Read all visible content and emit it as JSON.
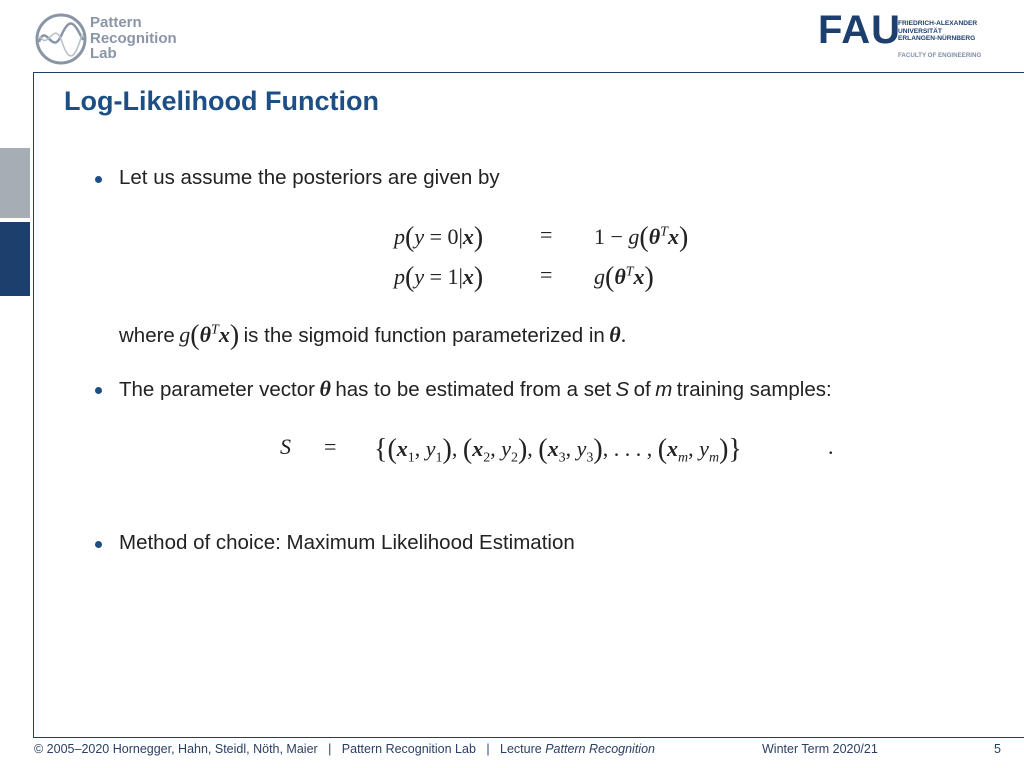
{
  "header": {
    "lab_logo_lines": [
      "Pattern",
      "Recognition",
      "Lab"
    ],
    "university_logo": {
      "mark": "FAU",
      "lines": [
        "FRIEDRICH-ALEXANDER",
        "UNIVERSITÄT",
        "ERLANGEN-NÜRNBERG"
      ],
      "faculty": "FACULTY OF ENGINEERING"
    }
  },
  "slide": {
    "title": "Log-Likelihood Function",
    "bullet1": "Let us assume the posteriors are given by",
    "where_prefix": "where",
    "where_suffix": "is the sigmoid function parameterized in",
    "bullet2_a": "The parameter vector",
    "bullet2_b": "has to be estimated from a set",
    "bullet2_c": "of",
    "bullet2_d": "training samples:",
    "bullet3": "Method of choice: Maximum Likelihood Estimation"
  },
  "footer": {
    "copyright": "© 2005–2020 Hornegger, Hahn, Steidl, Nöth, Maier",
    "sep": "|",
    "lab": "Pattern Recognition Lab",
    "lecture_prefix": "Lecture",
    "lecture_name": "Pattern Recognition",
    "term": "Winter Term 2020/21",
    "page": "5"
  },
  "colors": {
    "title": "#1d4f85",
    "frame": "#1d3f6e",
    "marker_grey": "#a6adb5",
    "marker_blue": "#1d3f6e"
  }
}
